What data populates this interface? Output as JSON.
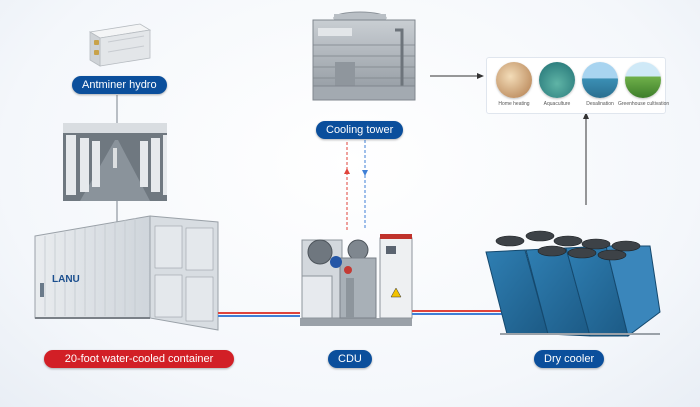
{
  "labels": {
    "antminer": "Antminer hydro",
    "cooling_tower": "Cooling tower",
    "container": "20-foot water-cooled container",
    "cdu": "CDU",
    "dry_cooler": "Dry cooler"
  },
  "applications": [
    {
      "label": "Home heating",
      "icon": "home-heating-photo"
    },
    {
      "label": "Aquaculture",
      "icon": "aquaculture-photo"
    },
    {
      "label": "Desalination",
      "icon": "desalination-photo"
    },
    {
      "label": "Greenhouse cultivation",
      "icon": "greenhouse-photo"
    }
  ],
  "colors": {
    "label_blue": "#0b4f9c",
    "label_red": "#d21f26",
    "hot_pipe": "#e0443c",
    "cold_pipe": "#3f7fd6",
    "cooler_panel": "#2c6f9e"
  }
}
